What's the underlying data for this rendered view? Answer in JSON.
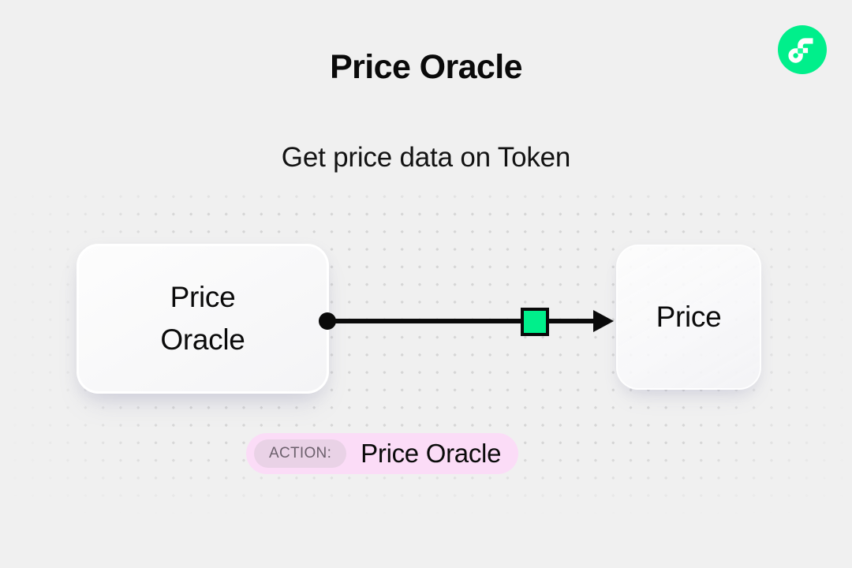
{
  "page": {
    "title": "Price Oracle",
    "subtitle": "Get price data on Token",
    "background_color": "#f0f0f0"
  },
  "brand": {
    "logo_name": "flow-logo",
    "logo_color": "#00ef8b",
    "logo_mark_color": "#ffffff",
    "logo_accent_color": "#16ff99"
  },
  "diagram": {
    "source_node": {
      "label": "Price Oracle",
      "label_line_1": "Price",
      "label_line_2": "Oracle"
    },
    "target_node": {
      "label": "Price"
    },
    "connector": {
      "start_dot": "connector-start-dot",
      "marker": "connector-green-square",
      "marker_color": "#00ef8b",
      "line_color": "#0a0a0a",
      "arrow_head": "connector-arrowhead"
    }
  },
  "action_badge": {
    "chip_label": "ACTION:",
    "value": "Price Oracle",
    "badge_color": "#fbdcf7",
    "chip_color": "#e9d2e6",
    "chip_text_color": "#6c606c"
  }
}
